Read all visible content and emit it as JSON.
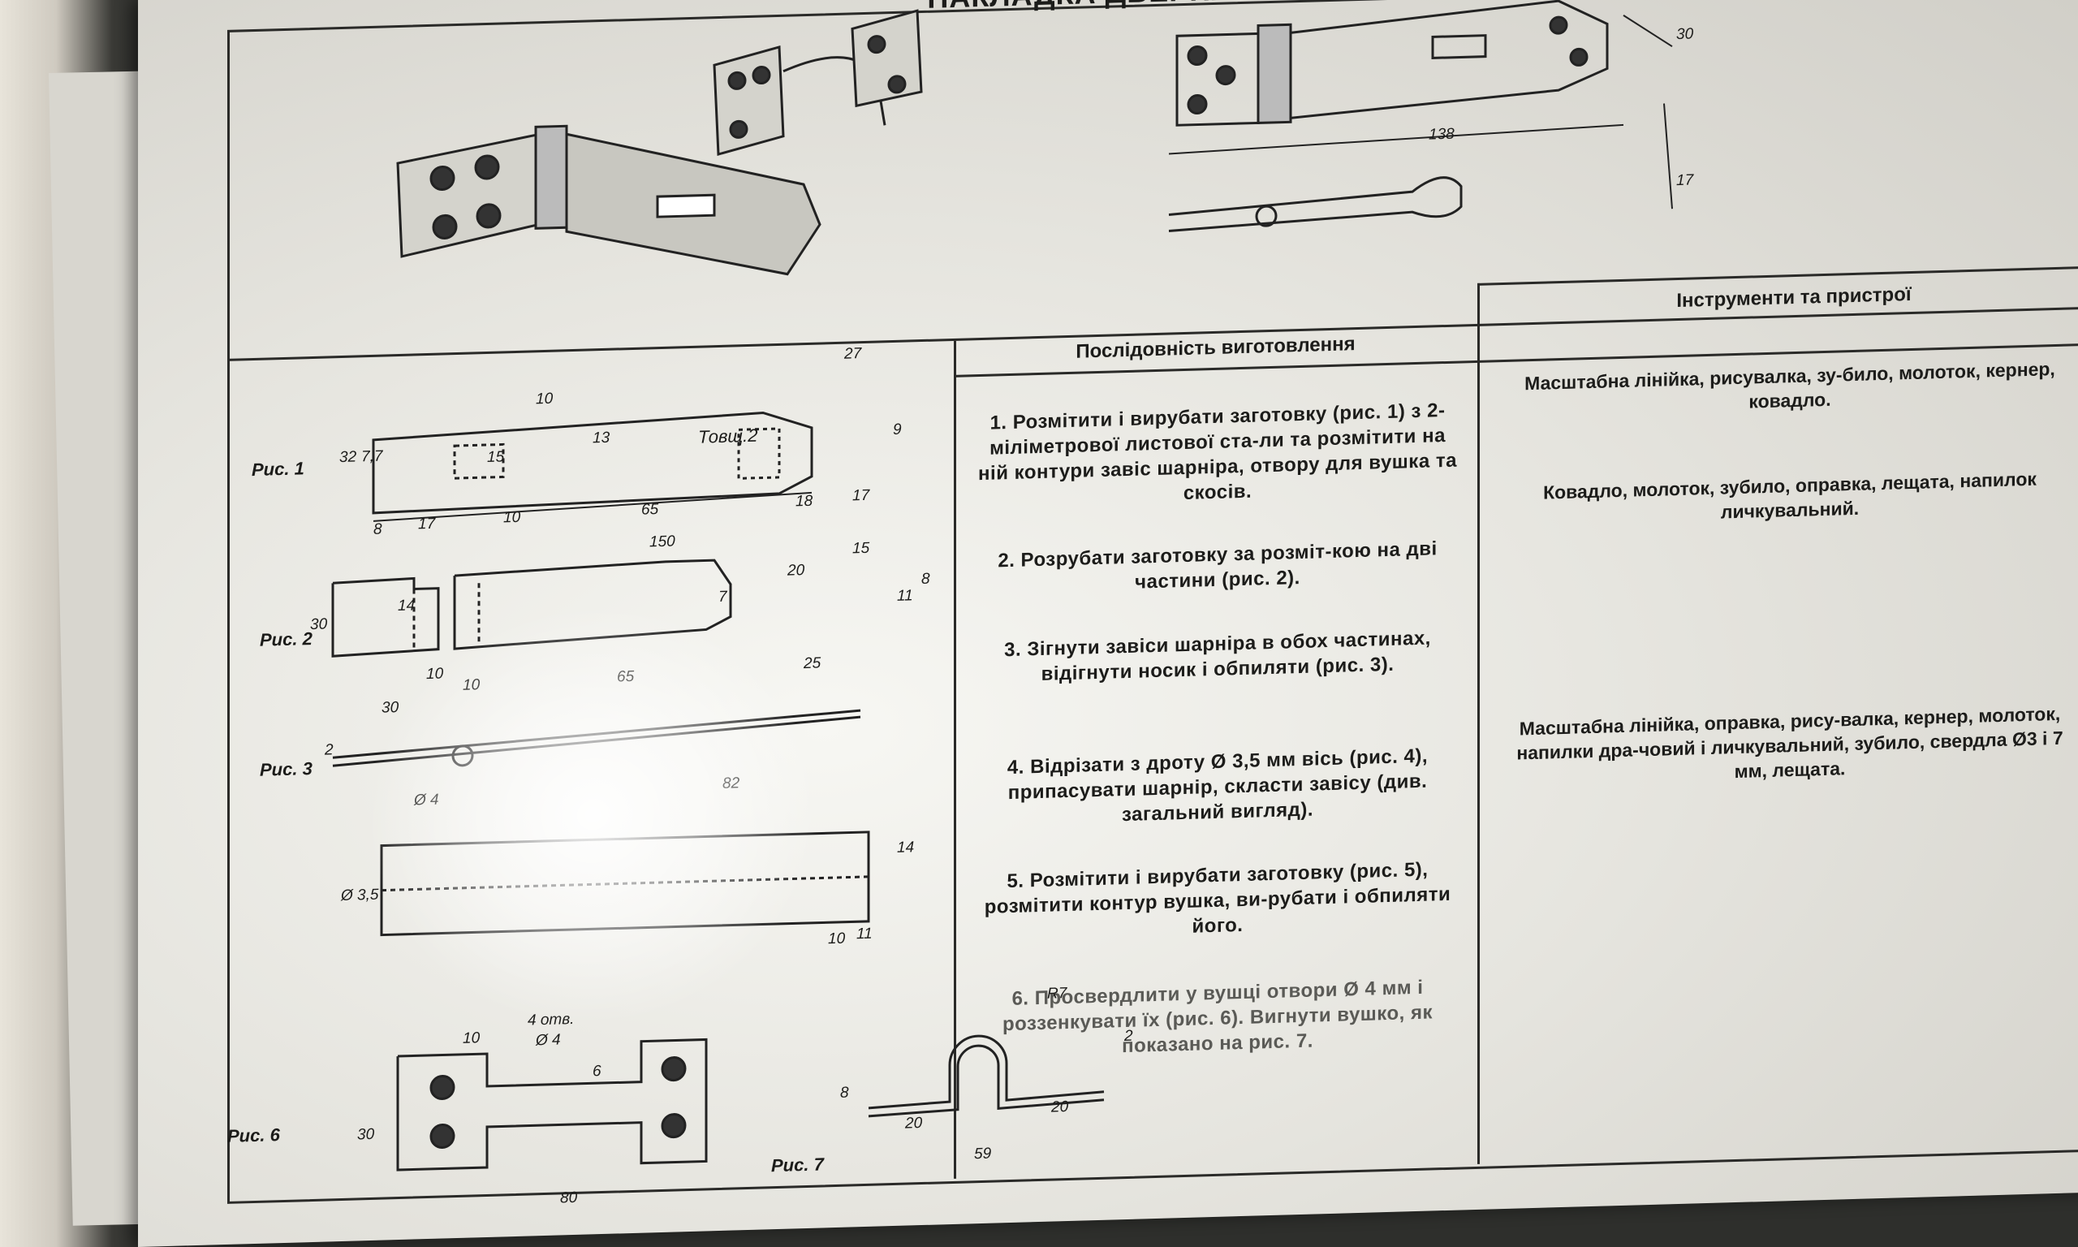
{
  "title": "НАКЛАДКА ДВЕРНА ІЗ ЗАВІСОЮ",
  "sequence_header": "Послідовність виготовлення",
  "tools_header": "Інструменти та пристрої",
  "steps": [
    "1. Розмітити і вирубати заготовку (рис. 1) з 2-міліметрової листової ста-ли та розмітити на ній контури завіс шарніра, отвору для вушка та скосів.",
    "2. Розрубати заготовку за розміт-кою на дві частини (рис. 2).",
    "3. Зігнути завіси шарніра в обох частинах, відігнути носик і обпиляти (рис. 3).",
    "4. Відрізати з дроту Ø 3,5 мм вісь (рис. 4), припасувати шарнір, скласти завісу (див. загальний вигляд).",
    "5. Розмітити і вирубати заготовку (рис. 5), розмітити контур вушка, ви-рубати і обпиляти його.",
    "6. Просвердлити у вушці отвори Ø 4 мм і роззенкувати їх (рис. 6). Вигнути вушко, як показано на рис. 7."
  ],
  "tools": [
    "Масштабна лінійка, рисувалка, зу-било, молоток, кернер, ковадло.",
    "Ковадло, молоток, зубило, оправка, лещата, напилок личкувальний.",
    "Масштабна лінійка, оправка, рису-валка, кернер, молоток, напилки дра-човий і личкувальний, зубило, свердла Ø3 і 7 мм, лещата."
  ],
  "figures": {
    "fig1": "Рис. 1",
    "fig2": "Рис. 2",
    "fig3": "Рис. 3",
    "fig6": "Рис. 6",
    "fig7": "Рис. 7",
    "thickness": "Товщ.2"
  },
  "dimensions": {
    "top_138": "138",
    "top_30": "30",
    "top_17": "17",
    "f1_27": "27",
    "f1_10": "10",
    "f1_32": "32",
    "f1_77": "7,7",
    "f1_15": "15",
    "f1_13": "13",
    "f1_9": "9",
    "f1_8": "8",
    "f1_17a": "17",
    "f1_10b": "10",
    "f1_65": "65",
    "f1_18": "18",
    "f1_17b": "17",
    "f1_150": "150",
    "f2_30": "30",
    "f2_14": "14",
    "f2_15": "15",
    "f2_20": "20",
    "f2_7": "7",
    "f2_11": "11",
    "f2_8": "8",
    "f2_10a": "10",
    "f2_10b": "10",
    "f2_65": "65",
    "f2_25": "25",
    "f2_30b": "30",
    "f3_2": "2",
    "f3_4": "Ø 4",
    "f4_82": "82",
    "f4_35": "Ø 3,5",
    "f4_14": "14",
    "f4_10": "10",
    "f4_11": "11",
    "f6_holes": "4 отв.",
    "f6_d4": "Ø 4",
    "f6_10": "10",
    "f6_6": "6",
    "f6_30": "30",
    "f6_80": "80",
    "f7_r7": "R7",
    "f7_2": "2",
    "f7_8": "8",
    "f7_20a": "20",
    "f7_20b": "20",
    "f7_59": "59"
  }
}
